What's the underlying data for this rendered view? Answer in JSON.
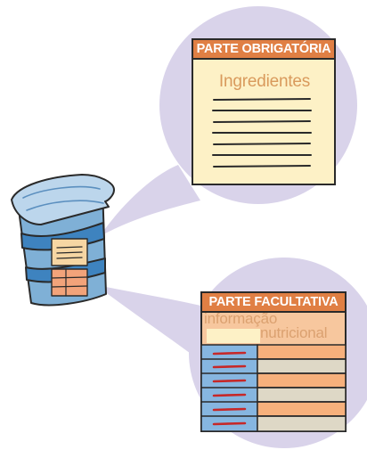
{
  "card_mandatory": {
    "header": "PARTE OBRIGATÓRIA",
    "subtitle": "Ingredientes",
    "text_line_count": 7
  },
  "card_optional": {
    "header": "PARTE FACULTATIVA",
    "subtitle_line1": "informação",
    "subtitle_line2": "nutricional",
    "table_row_count": 6
  },
  "colors": {
    "bubble": "#d9d3ea",
    "paper": "#fdf1c6",
    "header": "#e07f44",
    "ink": "#2a2a2a",
    "container_blue": "#7fb0d6",
    "container_dark": "#3e83bf",
    "table_left": "#86b6e0",
    "table_right_a": "#f6b07c",
    "table_right_b": "#ded8c6",
    "red_dash": "#c62828"
  }
}
